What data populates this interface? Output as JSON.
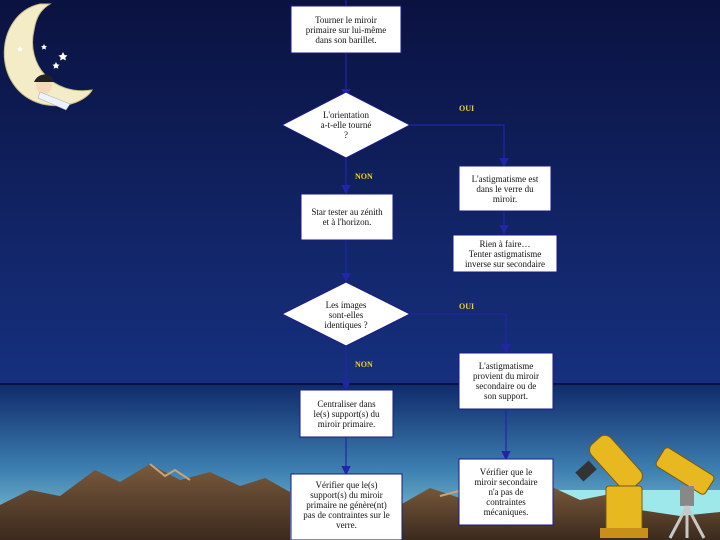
{
  "flowchart": {
    "steps": {
      "rotate_primary": "Tourner le miroir\nprimaire sur lui-même\ndans son barillet.",
      "question_orientation": "L'orientation\na-t-elle tourné\n?",
      "label_yes_1": "OUI",
      "astig_in_eye": "L'astigmatisme est\ndans le verre du\nmiroir.",
      "check_star": "Star tester au zénith\net à l'horizon.",
      "remedy": "Rien à faire…\nTenter astigmatisme\ninverse sur secondaire",
      "label_no_1": "NON",
      "question_images": "Les images\nsont-elles\nidentiques ?",
      "label_yes_2": "OUI",
      "astig_secondary": "L'astigmatisme\nprovient du miroir\nsecondaire ou de\nson support.",
      "label_no_2": "NON",
      "centering": "Centraliser dans\nle(s) support(s) du\nmiroir primaire.",
      "verify_primary": "Vérifier que le(s)\nsupport(s) du miroir\nprimaire ne génère(nt)\npas de contraintes sur le\nverre.",
      "verify_secondary": "Vérifier que le\nmiroir secondaire\nn'a pas de\ncontraintes\nmécaniques."
    }
  },
  "colors": {
    "sky_top": "#0a1240",
    "sky_bottom": "#1d3d9c",
    "horizon_line": "#0a1240",
    "box_fill": "#ffffff",
    "box_border": "#1a1a8a",
    "arrow": "#2424a8",
    "label": "#f5d020",
    "moon": "#f3ecc6",
    "telescope": "#e8b820"
  },
  "decorations": [
    "crescent-moon",
    "sleeping-child",
    "stars",
    "mountains",
    "telescope-left",
    "telescope-right"
  ]
}
